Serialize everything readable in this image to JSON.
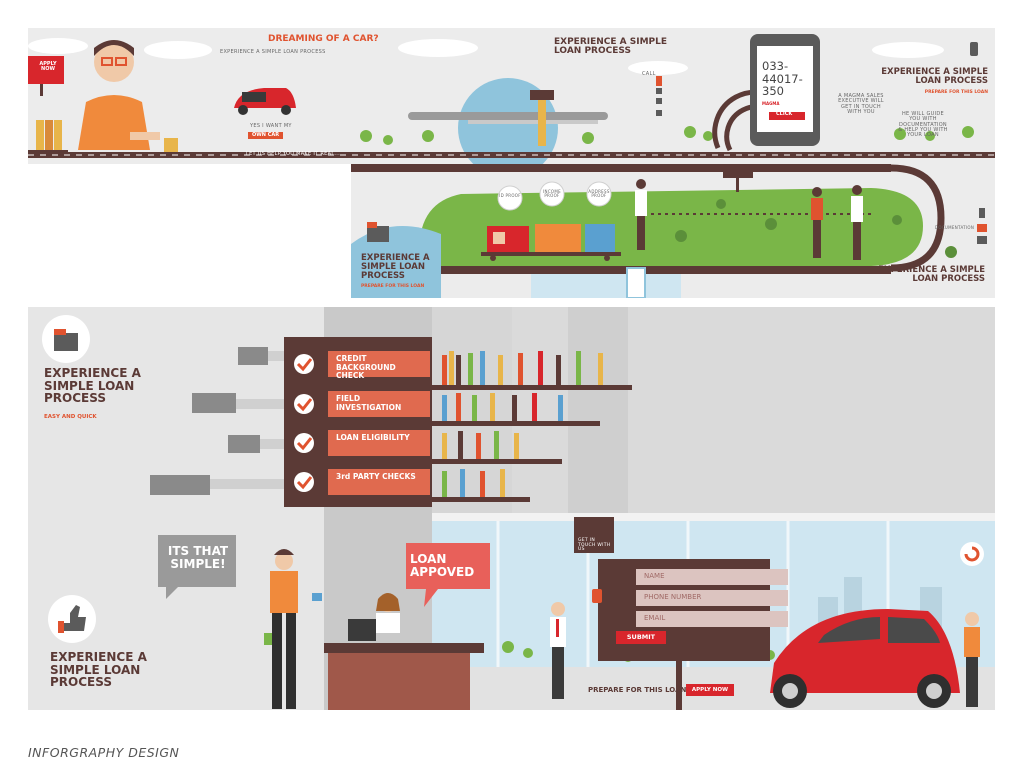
{
  "top_banner": {
    "apply_now": "APPLY NOW",
    "dreaming_title": "DREAMING OF A CAR?",
    "dreaming_sub": "EXPERIENCE A SIMPLE LOAN PROCESS",
    "want_text": "YES I WANT MY",
    "own_car_button": "OWN CAR",
    "road_text": "LET US HELP YOU MAKE IT REAL...",
    "headline_center": "EXPERIENCE A SIMPLE LOAN PROCESS",
    "phone_number_line1": "033-",
    "phone_number_line2": "44017-",
    "phone_number_line3": "350",
    "phone_brand": "MAGMA",
    "phone_click": "CLICK",
    "call_label": "CALL",
    "headline_right": "EXPERIENCE A SIMPLE LOAN PROCESS",
    "prepare_right": "PREPARE FOR THIS LOAN",
    "magma_text": "A MAGMA SALES EXECUTIVE WILL GET IN TOUCH WITH YOU",
    "guide_text": "HE WILL GUIDE YOU WITH DOCUMENTATION & HELP YOU WITH YOUR LOAN"
  },
  "middle_banner": {
    "pins": [
      "ID PROOF",
      "INCOME PROOF",
      "ADDRESS PROOF"
    ],
    "headline_left": "EXPERIENCE A SIMPLE LOAN PROCESS",
    "prepare_left": "PREPARE FOR THIS LOAN",
    "documentation_label": "DOCUMENTATION",
    "headline_bottom_right": "EXPERIENCE A SIMPLE LOAN PROCESS"
  },
  "bottom_banner": {
    "headline_top": "EXPERIENCE A SIMPLE LOAN PROCESS",
    "easy_text": "EASY AND QUICK",
    "steps": [
      "CREDIT BACKGROUND CHECK",
      "FIELD INVESTIGATION",
      "LOAN ELIGIBILITY",
      "3rd PARTY CHECKS"
    ],
    "its_that_simple": "ITS THAT SIMPLE!",
    "loan_approved": "LOAN APPOVED",
    "headline_bottom": "EXPERIENCE A SIMPLE LOAN PROCESS",
    "get_in_touch": "GET IN TOUCH WITH US",
    "form": {
      "name_placeholder": "NAME",
      "phone_placeholder": "PHONE NUMBER",
      "email_placeholder": "EMAIL",
      "submit_label": "SUBMIT"
    },
    "prepare_text": "PREPARE FOR THIS LOAN",
    "apply_now_button": "APPLY NOW"
  },
  "caption": "INFORGRAPHY DESIGN",
  "colors": {
    "brown": "#5b3a36",
    "orange": "#e0532f",
    "red": "#d8262c",
    "green": "#7ab648",
    "panel_grey": "#e5e5e5"
  }
}
